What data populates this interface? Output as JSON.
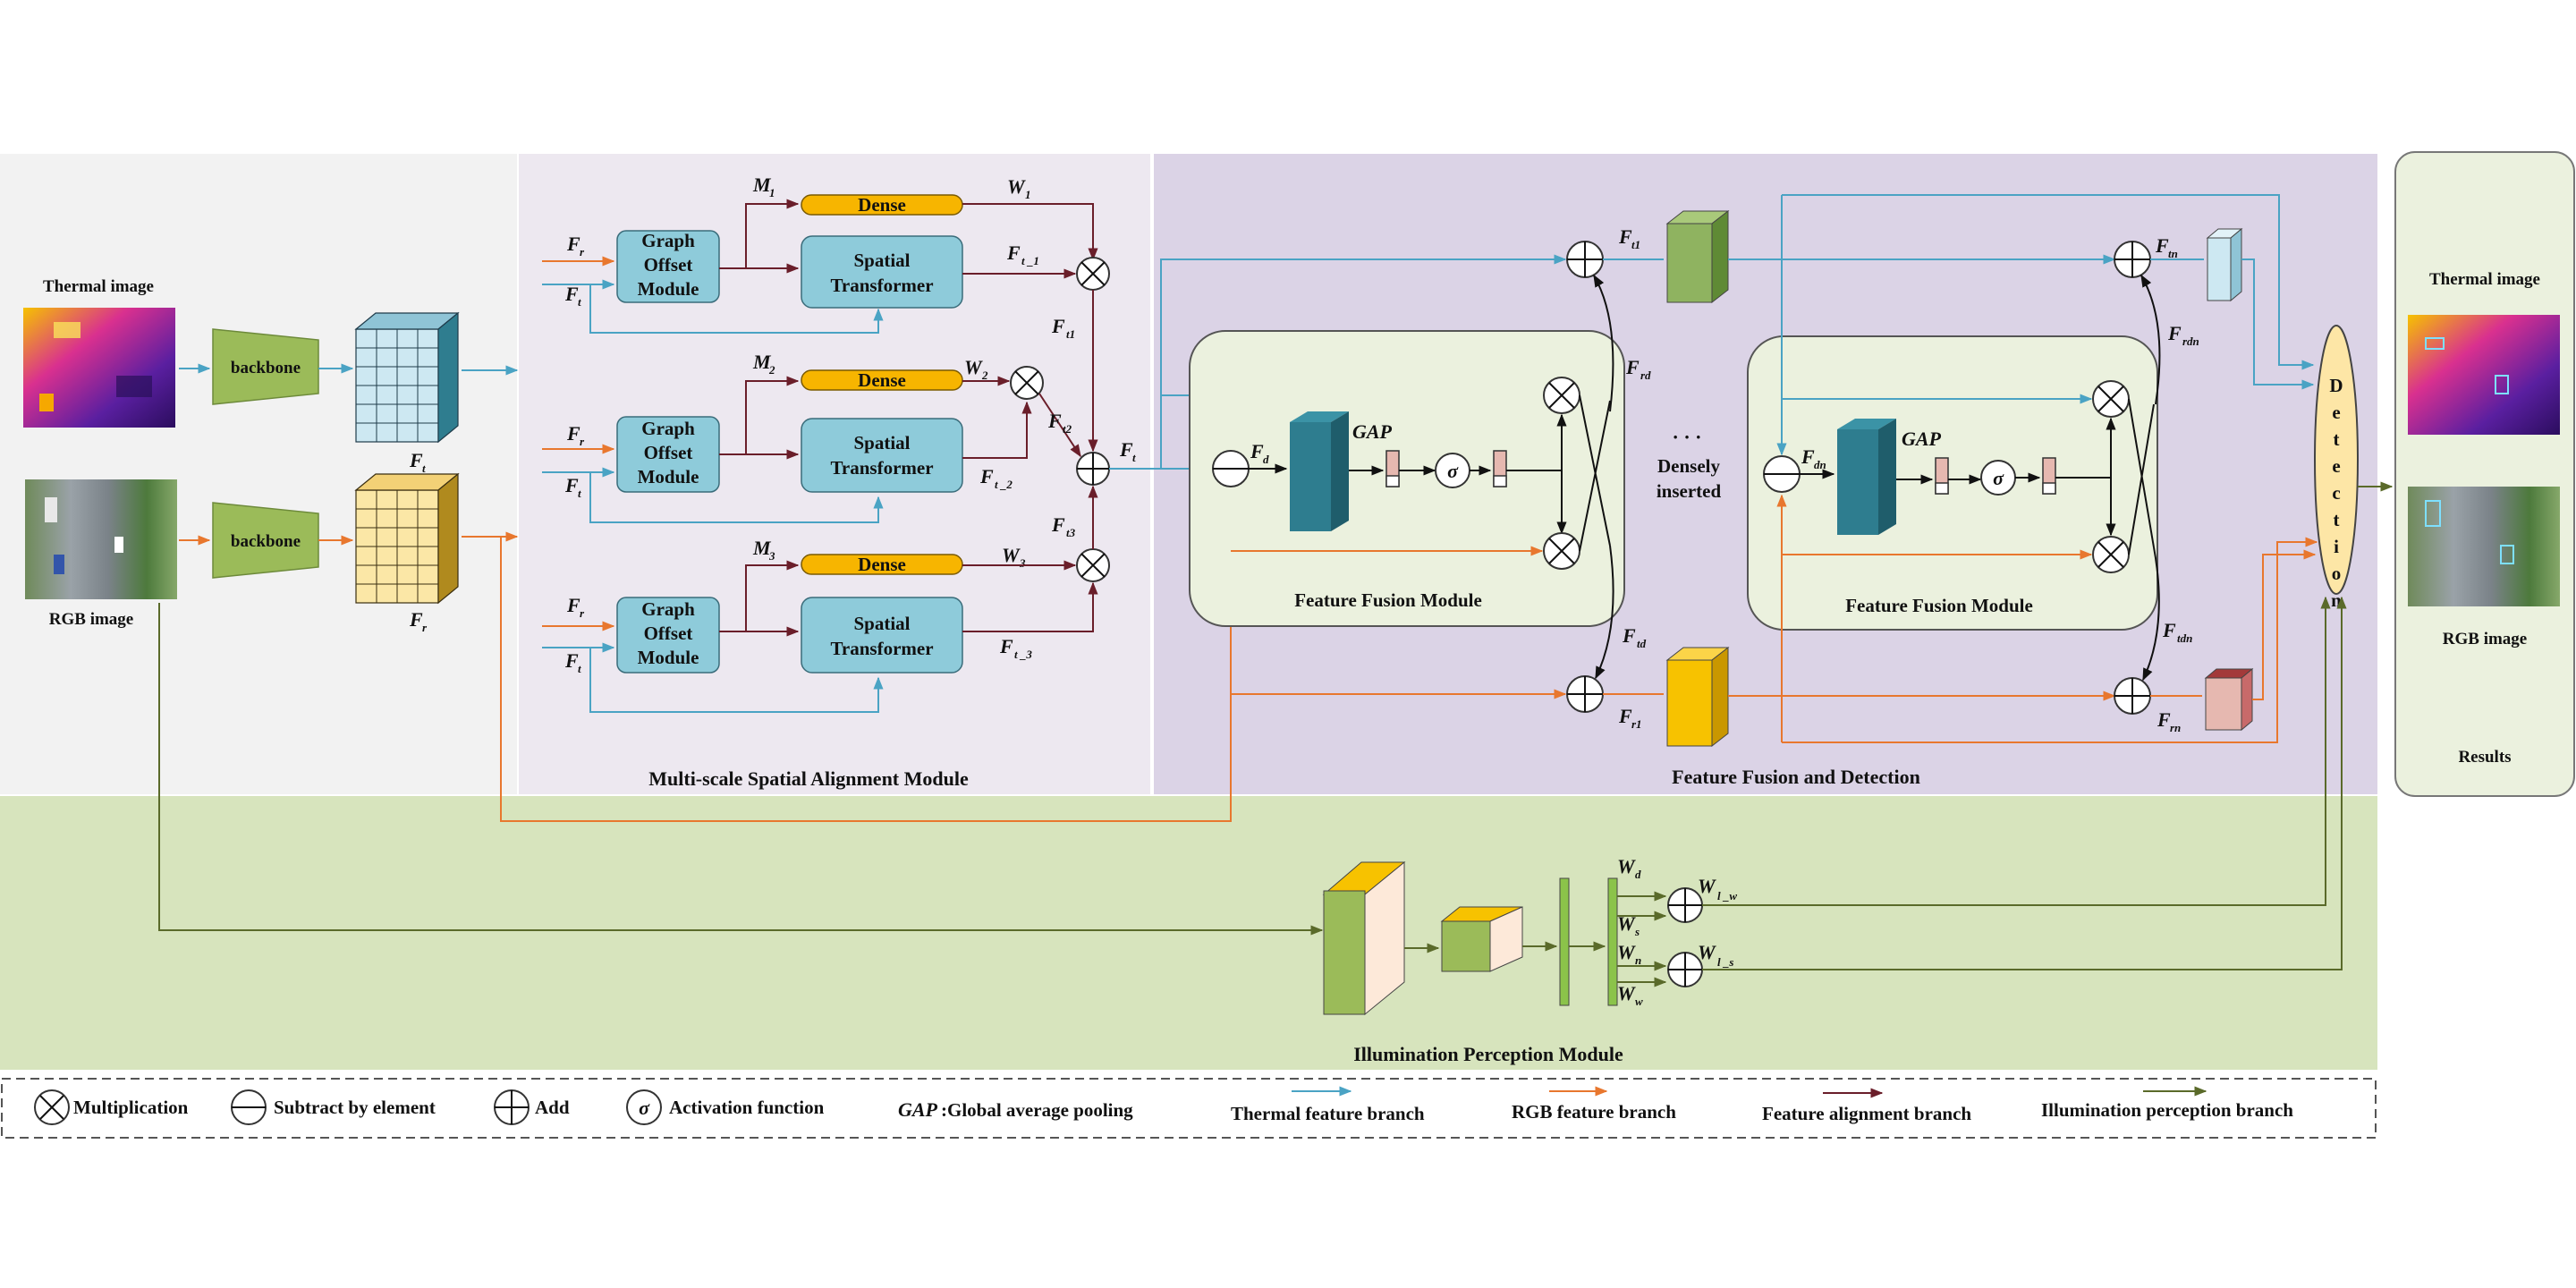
{
  "colors": {
    "thermal_branch": "#4aa3c4",
    "rgb_branch": "#e8772e",
    "alignment_branch": "#6a1e2a",
    "illumination_branch": "#5a6a2a",
    "backbone": "#9bbb59",
    "graph_offset": "#8ecbda",
    "dense": "#f7b500",
    "gap_block": "#2e7d8f",
    "panel_input": "#f2f2f2",
    "panel_alignment": "#ede8f0",
    "panel_fusion": "#dbd3e6",
    "panel_illumination": "#d7e4bd",
    "panel_results": "#ebf1de"
  },
  "input": {
    "thermal_title": "Thermal image",
    "rgb_title": "RGB image",
    "backbone_label": "backbone",
    "ft_label": "F",
    "ft_sub": "t",
    "fr_label": "F",
    "fr_sub": "r"
  },
  "alignment": {
    "title": "Multi-scale Spatial Alignment Module",
    "graph_offset_lines": [
      "Graph",
      "Offset",
      "Module"
    ],
    "dense_label": "Dense",
    "spatial_lines": [
      "Spatial",
      "Transformer"
    ],
    "input_fr": "F",
    "input_fr_sub": "r",
    "input_ft": "F",
    "input_ft_sub": "t",
    "scales": [
      {
        "m": "M",
        "m_sub": "1",
        "w": "W",
        "w_sub": "1",
        "f": "F",
        "f_sub": "t _1",
        "fp": "F",
        "fp_sub": "t1"
      },
      {
        "m": "M",
        "m_sub": "2",
        "w": "W",
        "w_sub": "2",
        "f": "F",
        "f_sub": "t _2",
        "fp": "F",
        "fp_sub": "t2"
      },
      {
        "m": "M",
        "m_sub": "3",
        "w": "W",
        "w_sub": "3",
        "f": "F",
        "f_sub": "t _3",
        "fp": "F",
        "fp_sub": "t3"
      }
    ],
    "output": "F",
    "output_sub": "t"
  },
  "fusion": {
    "title": "Feature Fusion and Detection",
    "module_label": "Feature Fusion Module",
    "gap_label": "GAP",
    "sigma": "σ",
    "densely_line1": "Densely",
    "densely_line2": "inserted",
    "dots": "·   ·   ·",
    "fd": "F",
    "fd_sub": "d",
    "fdn": "F",
    "fdn_sub": "dn",
    "ft1": "F",
    "ft1_sub": "t1",
    "fr1": "F",
    "fr1_sub": "r1",
    "ftn": "F",
    "ftn_sub": "tn",
    "frn": "F",
    "frn_sub": "rn",
    "frd": "F",
    "frd_sub": "rd",
    "ftd": "F",
    "ftd_sub": "td",
    "frdn": "F",
    "frdn_sub": "rdn",
    "ftdn": "F",
    "ftdn_sub": "tdn",
    "detection_letters": [
      "D",
      "e",
      "t",
      "e",
      "c",
      "t",
      "i",
      "o",
      "n"
    ]
  },
  "illumination": {
    "title": "Illumination Perception Module",
    "wd": "W",
    "wd_sub": "d",
    "ws": "W",
    "ws_sub": "s",
    "wn": "W",
    "wn_sub": "n",
    "ww": "W",
    "ww_sub": "w",
    "wlw": "W",
    "wlw_sub": "l _w",
    "wls": "W",
    "wls_sub": "l _s"
  },
  "results": {
    "thermal_title": "Thermal image",
    "rgb_title": "RGB image",
    "title": "Results"
  },
  "legend": {
    "multiplication": "Multiplication",
    "subtract": "Subtract by element",
    "add": "Add",
    "sigma": "σ",
    "activation": "Activation function",
    "gap_abbr": "GAP",
    "gap_desc": ":Global average pooling",
    "thermal_branch": "Thermal  feature branch",
    "rgb_branch": "RGB feature branch",
    "alignment_branch": "Feature alignment branch",
    "illumination_branch": "Illumination perception branch"
  }
}
